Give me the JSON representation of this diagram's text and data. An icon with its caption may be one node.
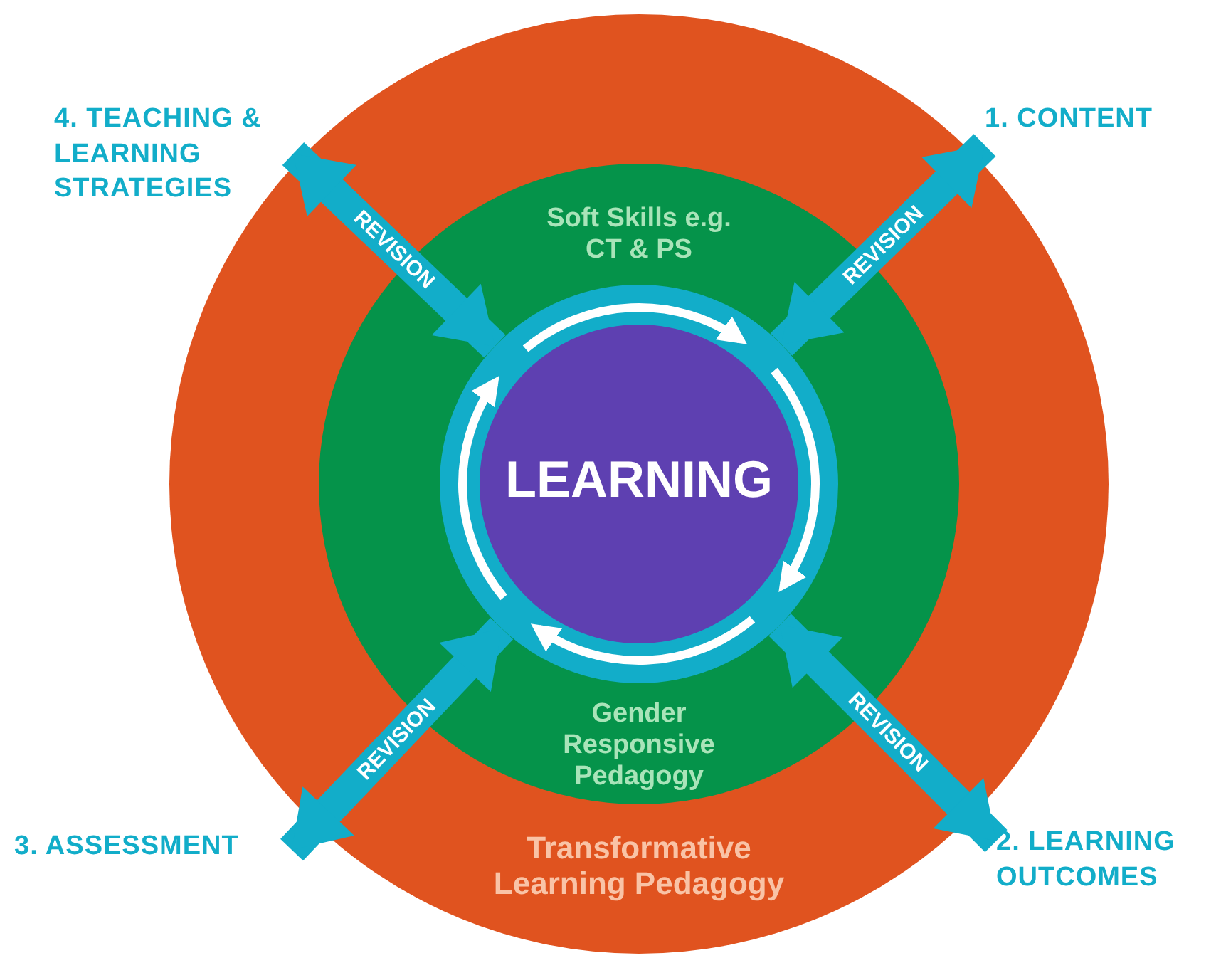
{
  "diagram": {
    "nodes": [
      {
        "text": [
          "Transformative Learning Pedagogy"
        ]
      },
      {
        "text": [
          "Soft Skills e.g. CT & PS",
          "Gender Responsive Pedagogy"
        ],
        "in": 0
      },
      {
        "text": [
          "LEARNING"
        ],
        "in": 1
      },
      {
        "text": [
          "4. TEACHING & LEARNING STRATEGIES"
        ]
      },
      {
        "text": [
          "1. CONTENT"
        ]
      },
      {
        "text": [
          "3. ASSESSMENT"
        ]
      },
      {
        "text": [
          "2. LEARNING OUTCOMES"
        ]
      }
    ],
    "edges": [
      {
        "from": 3,
        "to": 2,
        "arrow": "both",
        "label": "REVISION"
      },
      {
        "from": 4,
        "to": 2,
        "arrow": "both",
        "label": "REVISION"
      },
      {
        "from": 5,
        "to": 2,
        "arrow": "both",
        "label": "REVISION"
      },
      {
        "from": 6,
        "to": 2,
        "arrow": "both",
        "label": "REVISION"
      }
    ]
  }
}
